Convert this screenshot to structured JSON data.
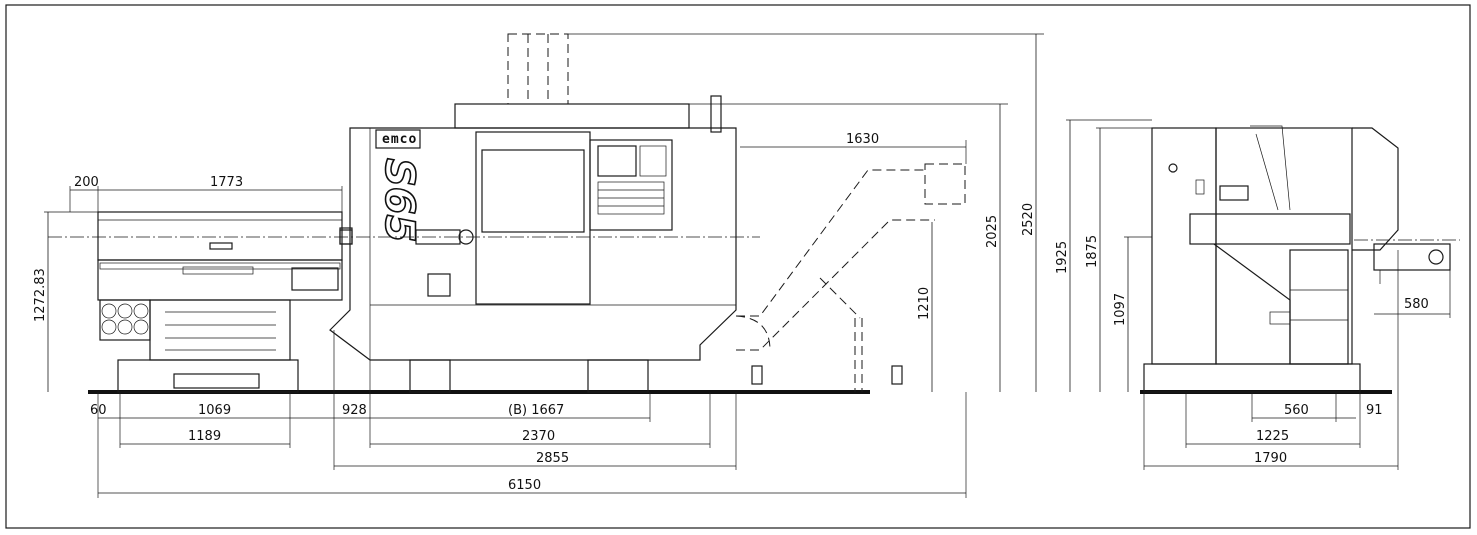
{
  "branding": {
    "brand": "emco",
    "model": "S65"
  },
  "dimensions": {
    "front_horizontal": [
      "200",
      "1773",
      "1630",
      "60",
      "1069",
      "928",
      "(B) 1667",
      "1189",
      "2370",
      "2855",
      "6150"
    ],
    "front_vertical": [
      "1272.83",
      "1210",
      "2025",
      "2520"
    ],
    "side_horizontal": [
      "580",
      "560",
      "91",
      "1225",
      "1790"
    ],
    "side_vertical": [
      "1925",
      "1875",
      "1097"
    ]
  }
}
